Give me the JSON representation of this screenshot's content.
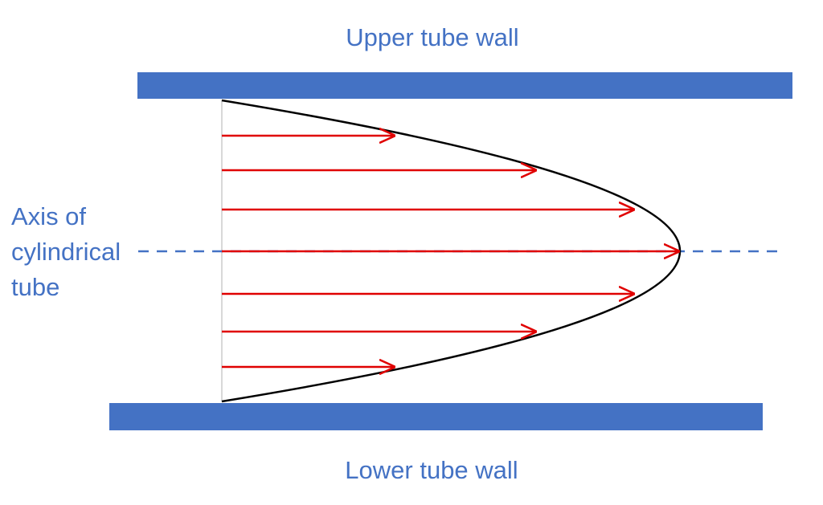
{
  "labels": {
    "upper_wall": "Upper tube wall",
    "lower_wall": "Lower tube wall",
    "axis_line1": "Axis of",
    "axis_line2": "cylindrical",
    "axis_line3": "tube"
  },
  "colors": {
    "wall": "#4472C4",
    "text": "#4472C4",
    "arrow": "#E00000",
    "profile": "#000000",
    "axis": "#4472C4",
    "inlet": "#BFBFBF"
  },
  "velocity_profile": {
    "shape": "parabolic",
    "arrow_fractions_of_max": [
      0.37,
      0.68,
      0.89,
      1.0,
      0.89,
      0.68,
      0.37
    ]
  }
}
